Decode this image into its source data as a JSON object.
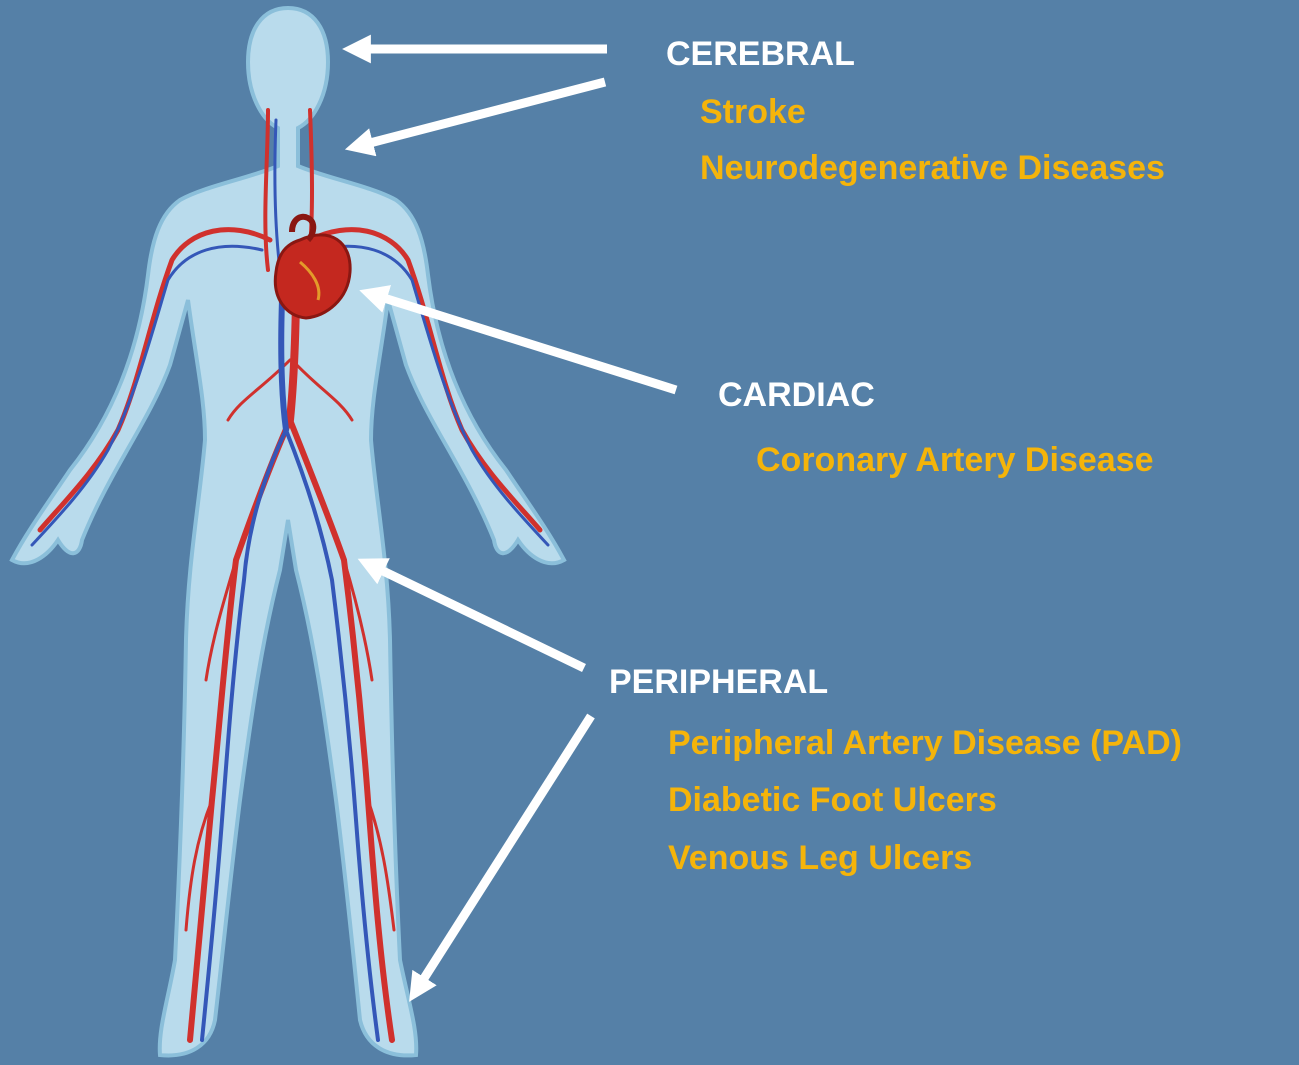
{
  "colors": {
    "background": "#5580A7",
    "heading": "#FFFFFF",
    "disease": "#F5B40A",
    "arrow": "#FFFFFF",
    "body_fill": "#BFE0F0",
    "body_outline": "#8EC3DD",
    "artery": "#D0312D",
    "vein": "#3457B8",
    "heart": "#C4281F"
  },
  "sections": {
    "cerebral": {
      "heading": "CEREBRAL",
      "items": [
        "Stroke",
        "Neurodegenerative Diseases"
      ]
    },
    "cardiac": {
      "heading": "CARDIAC",
      "items": [
        "Coronary Artery Disease"
      ]
    },
    "peripheral": {
      "heading": "PERIPHERAL",
      "items": [
        "Peripheral Artery Disease (PAD)",
        "Diabetic Foot Ulcers",
        "Venous Leg Ulcers"
      ]
    }
  },
  "illustration": "human circulatory system"
}
